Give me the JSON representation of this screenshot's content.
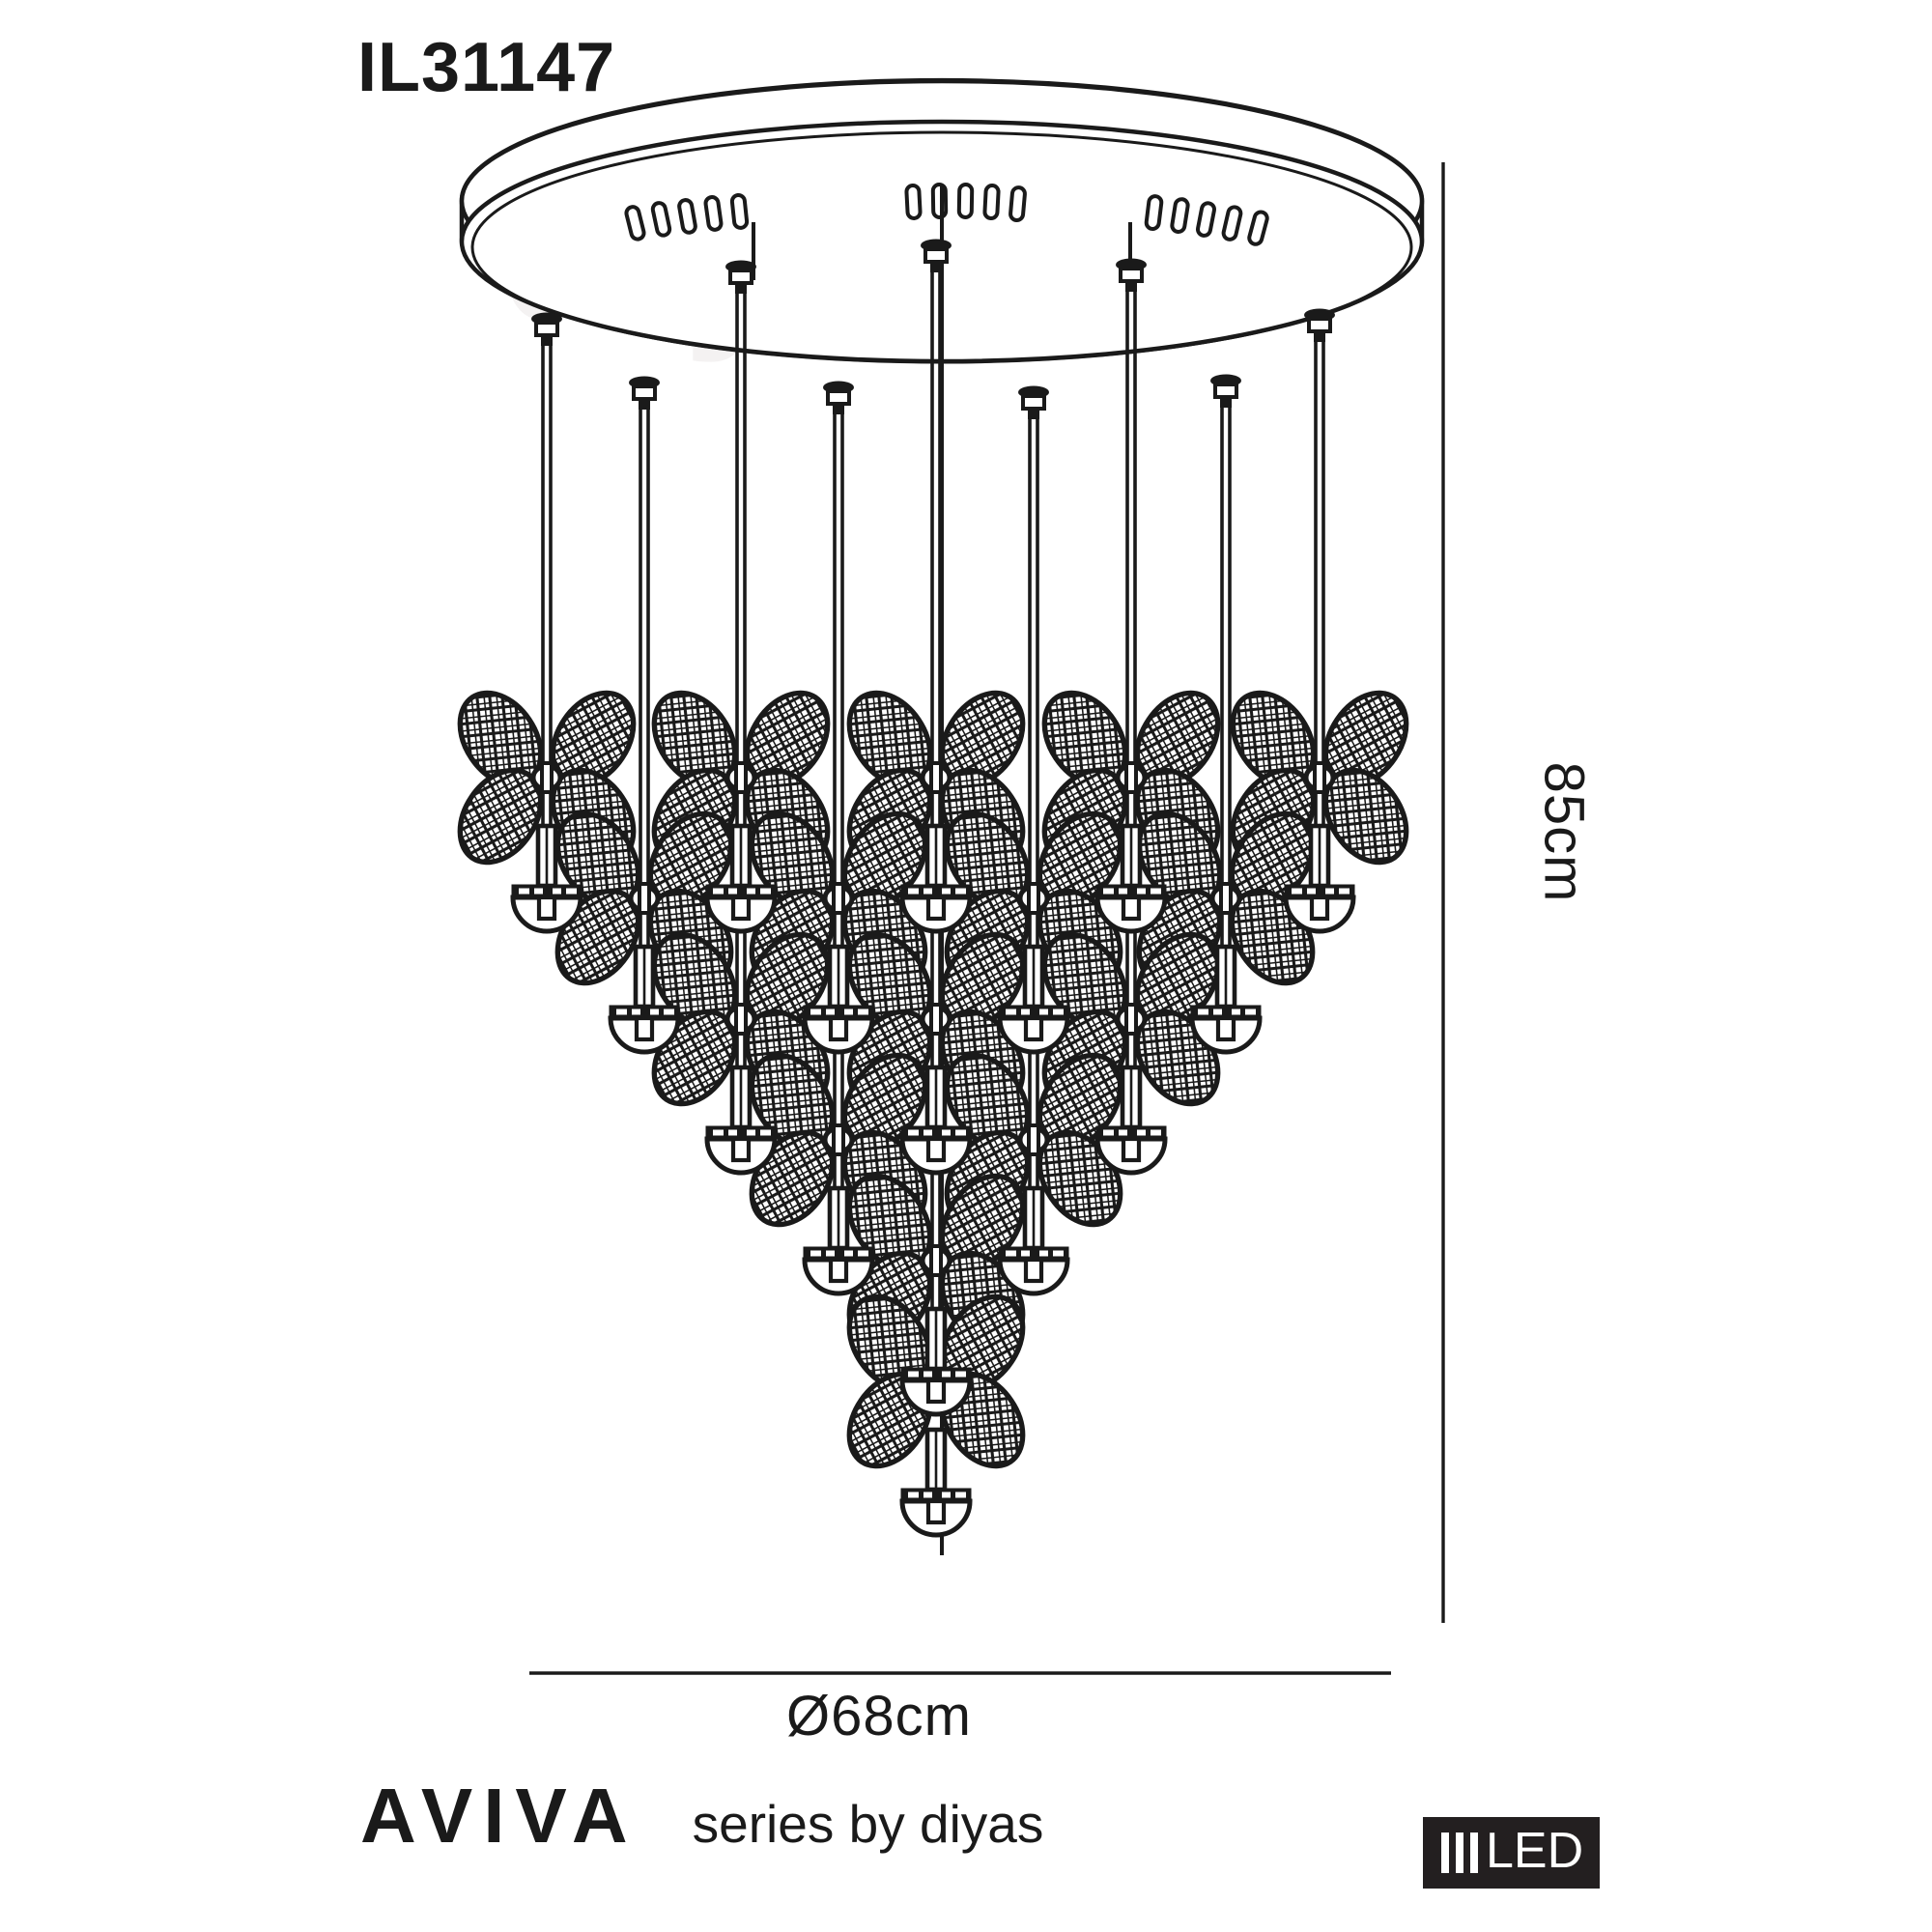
{
  "page": {
    "background_color": "#ffffff",
    "ink_color": "#1a1a1a",
    "watermark_color": "#f4f2f2"
  },
  "header": {
    "product_code": "IL31147"
  },
  "dimensions": {
    "height_label": "85cm",
    "width_label": "Ø68cm"
  },
  "footer": {
    "brand_name": "AVIVA",
    "series_text": "series by diyas",
    "led_badge": {
      "label": "LED",
      "bars": 3,
      "background_color": "#231f20",
      "text_color": "#ffffff"
    }
  },
  "watermark": {
    "text": "diyas"
  },
  "fixture": {
    "type": "multi-drop pendant chandelier",
    "canopy": {
      "shape": "round ceiling plate",
      "vent_groups": 3,
      "vents_per_group": 5
    },
    "shade": {
      "name": "four-petal crystal flower",
      "petals": 4
    },
    "drop_count": 17,
    "rows": 6
  }
}
